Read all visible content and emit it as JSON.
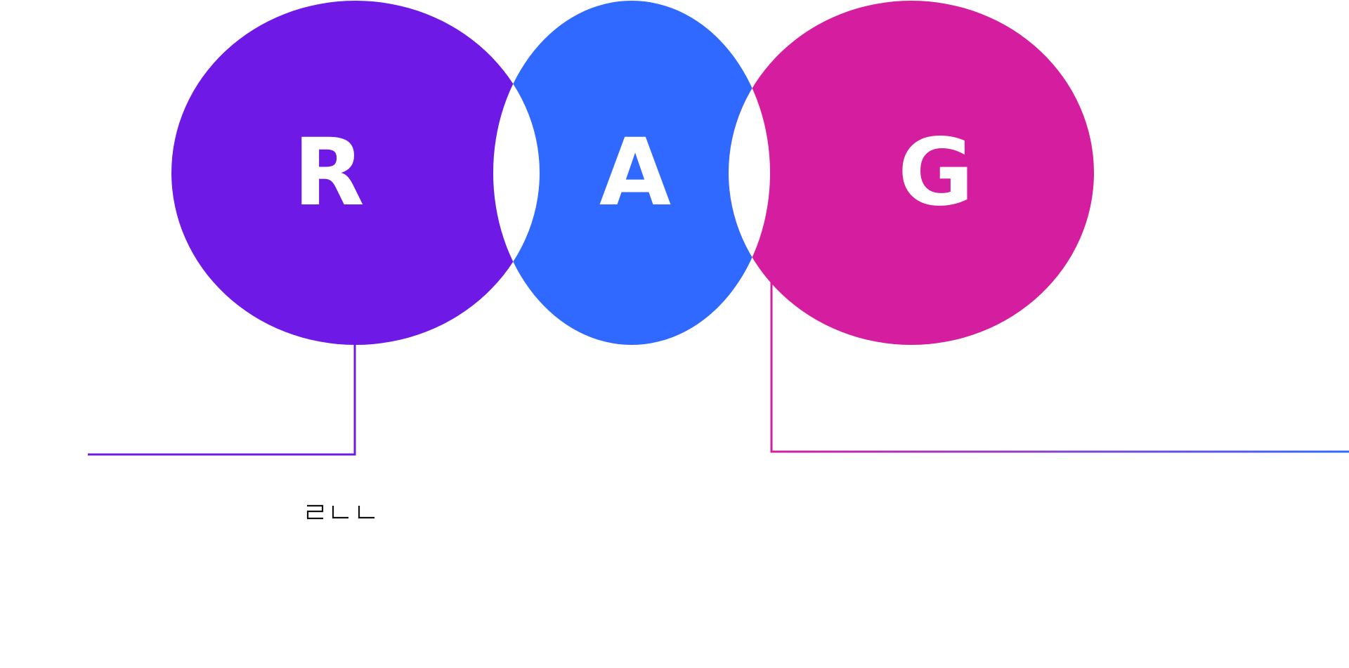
{
  "diagram": {
    "circles": [
      {
        "id": "r",
        "letter": "R",
        "color": "#6f19e6"
      },
      {
        "id": "a",
        "letter": "A",
        "color": "#3069ff"
      },
      {
        "id": "g",
        "letter": "G",
        "color": "#d41e9f"
      }
    ],
    "connectors": [
      {
        "id": "left-connector",
        "from": "r",
        "color": "#6f19e6"
      },
      {
        "id": "right-connector",
        "from": "g-a-junction",
        "gradient": [
          "#d41e9f",
          "#3069ff"
        ]
      }
    ],
    "glyph_mark": {
      "color": "#111111"
    }
  }
}
